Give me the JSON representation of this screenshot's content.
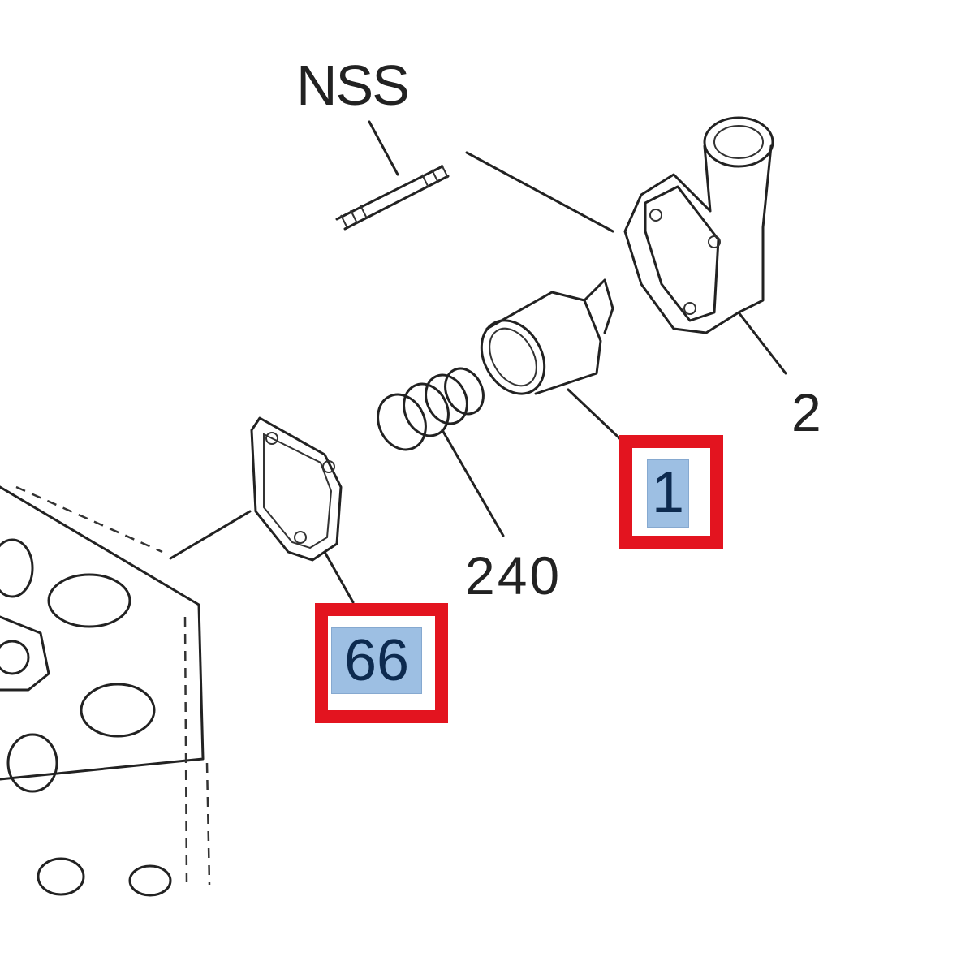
{
  "diagram": {
    "labels": {
      "stud": "NSS",
      "housing": "2",
      "thermostat": "1",
      "spring": "240",
      "gasket": "66"
    },
    "highlighted_parts": [
      "1",
      "66"
    ],
    "colors": {
      "callout_border": "#e3141f",
      "highlight": "#9dbfe3",
      "line": "#222222"
    }
  }
}
